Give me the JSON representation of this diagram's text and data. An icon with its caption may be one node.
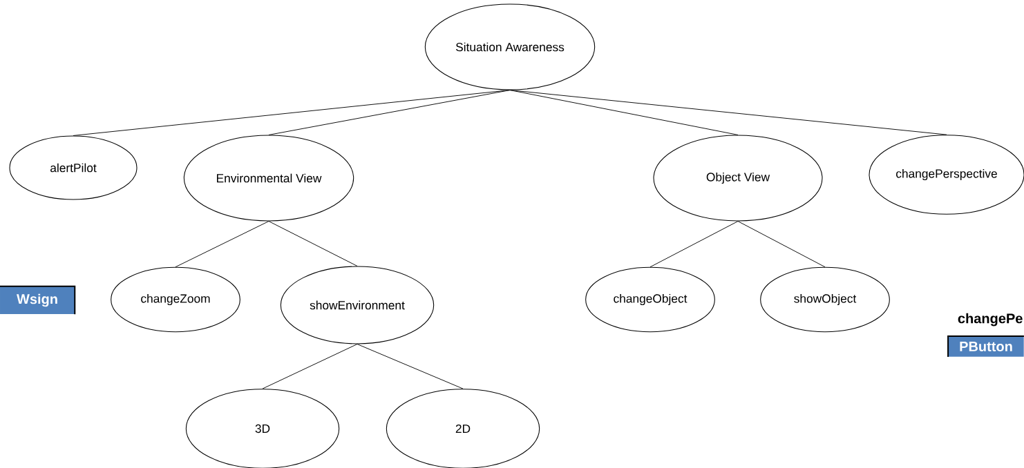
{
  "diagram": {
    "nodes": [
      {
        "text": [
          "Situation Awareness"
        ]
      },
      {
        "text": [
          "alertPilot"
        ]
      },
      {
        "text": [
          "Environmental View"
        ]
      },
      {
        "text": [
          "Object View"
        ]
      },
      {
        "text": [
          "changePerspective"
        ]
      },
      {
        "text": [
          "changeZoom"
        ]
      },
      {
        "text": [
          "showEnvironment"
        ]
      },
      {
        "text": [
          "changeObject"
        ]
      },
      {
        "text": [
          "showObject"
        ]
      },
      {
        "text": [
          "3D"
        ]
      },
      {
        "text": [
          "2D"
        ]
      },
      {
        "text": [
          "Wsign"
        ]
      },
      {
        "text": [
          "PButton"
        ]
      }
    ],
    "edges": [
      {
        "from": 0,
        "to": 1,
        "arrow": "none"
      },
      {
        "from": 0,
        "to": 2,
        "arrow": "none"
      },
      {
        "from": 0,
        "to": 3,
        "arrow": "none"
      },
      {
        "from": 0,
        "to": 4,
        "arrow": "none"
      },
      {
        "from": 2,
        "to": 5,
        "arrow": "none"
      },
      {
        "from": 2,
        "to": 6,
        "arrow": "none"
      },
      {
        "from": 3,
        "to": 7,
        "arrow": "none"
      },
      {
        "from": 3,
        "to": 8,
        "arrow": "none"
      },
      {
        "from": 6,
        "to": 9,
        "arrow": "none"
      },
      {
        "from": 6,
        "to": 10,
        "arrow": "none"
      }
    ],
    "labels": [
      "changePe"
    ]
  }
}
